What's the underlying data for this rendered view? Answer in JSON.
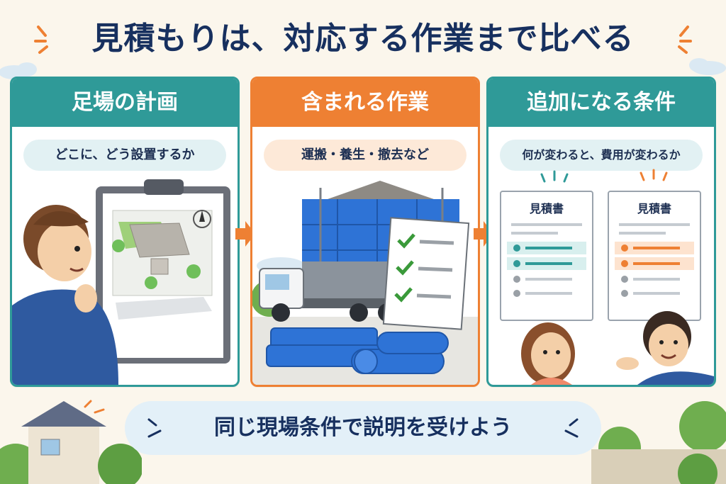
{
  "title": "見積もりは、対応する作業まで比べる",
  "colors": {
    "teal": "#2f9a98",
    "orange": "#ee8033",
    "navy": "#17305f",
    "blue_sheet": "#2e73d6",
    "background": "#fbf6ec"
  },
  "panels": [
    {
      "heading": "足場の計画",
      "subtitle": "どこに、どう設置するか",
      "illustration": "person-with-clipboard-site-plan"
    },
    {
      "heading": "含まれる作業",
      "subtitle": "運搬・養生・撤去など",
      "illustration": "scaffold-truck-tarps-checklist"
    },
    {
      "heading": "追加になる条件",
      "subtitle": "何が変わると、費用が変わるか",
      "illustration": "two-estimates-and-people",
      "documents": [
        {
          "title": "見積書",
          "accent": "#2f9a98"
        },
        {
          "title": "見積書",
          "accent": "#ee8033"
        }
      ]
    }
  ],
  "banner": "同じ現場条件で説明を受けよう"
}
